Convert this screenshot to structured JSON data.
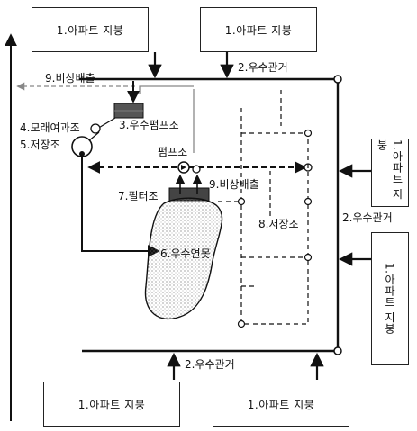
{
  "roof_label": "1.아파트 지붕",
  "pipe_label": "2.우수관거",
  "sand_filter": "4.모래여과조",
  "storage": "5.저장조",
  "pump_tank": "3.우수펌프조",
  "pump": "펌프조",
  "filter": "7.필터조",
  "overflow": "9.비상배출",
  "storage_tank": "8.저장조",
  "pond": "6.우수연못"
}
